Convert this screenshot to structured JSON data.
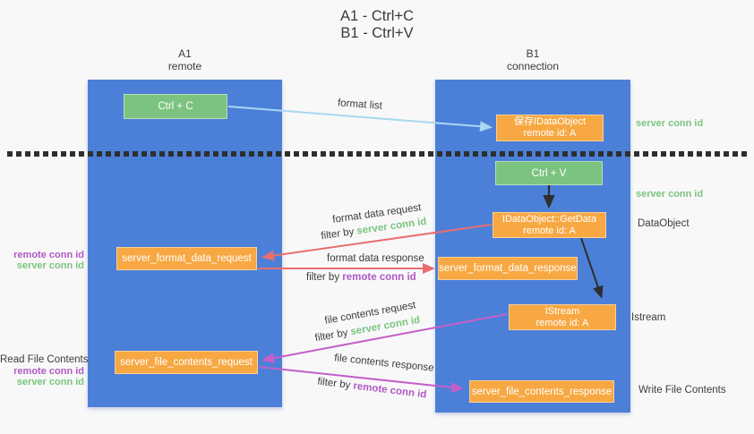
{
  "title": {
    "line1": "A1 - Ctrl+C",
    "line2": "B1 - Ctrl+V"
  },
  "lifelines": {
    "a1": {
      "name": "A1",
      "role": "remote"
    },
    "b1": {
      "name": "B1",
      "role": "connection"
    }
  },
  "nodes": {
    "ctrl_c": {
      "label": "Ctrl + C"
    },
    "ctrl_v": {
      "label": "Ctrl + V"
    },
    "save_dataobject": {
      "line1": "保存IDataObject",
      "line2": "remote id: A"
    },
    "getdata": {
      "line1": "IDataObject::GetData",
      "line2": "remote id: A"
    },
    "istream": {
      "line1": "IStream",
      "line2": "remote id: A"
    },
    "format_request": {
      "label": "server_format_data_request"
    },
    "format_response": {
      "label": "server_format_data_response"
    },
    "file_request": {
      "label": "server_file_contents_request"
    },
    "file_response": {
      "label": "server_file_contents_response"
    }
  },
  "arrow_labels": {
    "format_list": "format list",
    "format_data_request": "format data request",
    "format_data_response": "format data response",
    "file_contents_request": "file contents request",
    "file_contents_response": "file contents response",
    "filter_by": "filter by",
    "server_conn_id": "server conn id",
    "remote_conn_id": "remote conn id"
  },
  "side_labels": {
    "server_conn_id_b1_top": "server conn id",
    "server_conn_id_b1_mid": "server conn id",
    "dataobject": "DataObject",
    "istream": "Istream",
    "write_file_contents": "Write File Contents",
    "read_file_contents": "Read File Contents",
    "remote_conn_id_format": "remote conn id",
    "server_conn_id_format": "server conn id",
    "remote_conn_id_file": "remote conn id",
    "server_conn_id_file": "server conn id"
  },
  "colors": {
    "lifeline_blue": "#4c80d8",
    "node_green": "#7dc380",
    "node_orange": "#f7a843",
    "arrow_blue": "#a9d7f2",
    "arrow_red": "#e86e6e",
    "arrow_magenta": "#c45ec8",
    "arrow_black": "#2e2e2e",
    "text_green": "#7cc47e",
    "text_purple": "#b159c4",
    "text_dark": "#3c3c3c"
  }
}
